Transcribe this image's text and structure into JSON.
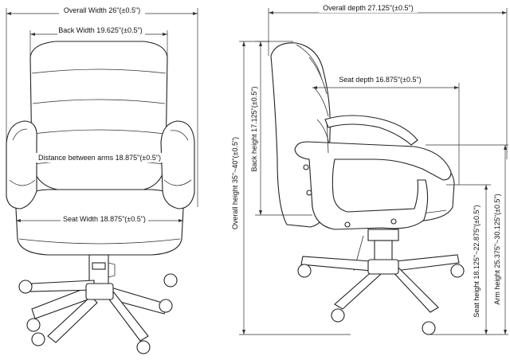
{
  "front_view": {
    "overall_width": "Overall Width 26\"(±0.5\")",
    "back_width": "Back Width 19.625\"(±0.5\")",
    "distance_between_arms": "Distance between arms 18.875\"(±0.5\")",
    "seat_width": "Seat Width 18.875\"(±0.5\")"
  },
  "side_view": {
    "overall_depth": "Overall depth 27.125\"(±0.5\")",
    "seat_depth": "Seat depth 16.875\"(±0.5\")",
    "back_height": "Back height 17.125\"(±0.5\")",
    "overall_height": "Overall height 35\"~40\"(±0.5\")",
    "seat_height": "Seat height 18.125\"~22.875\"(±0.5\")",
    "arm_height": "Arm height 25.375\"~30.125\"(±0.5\")"
  }
}
